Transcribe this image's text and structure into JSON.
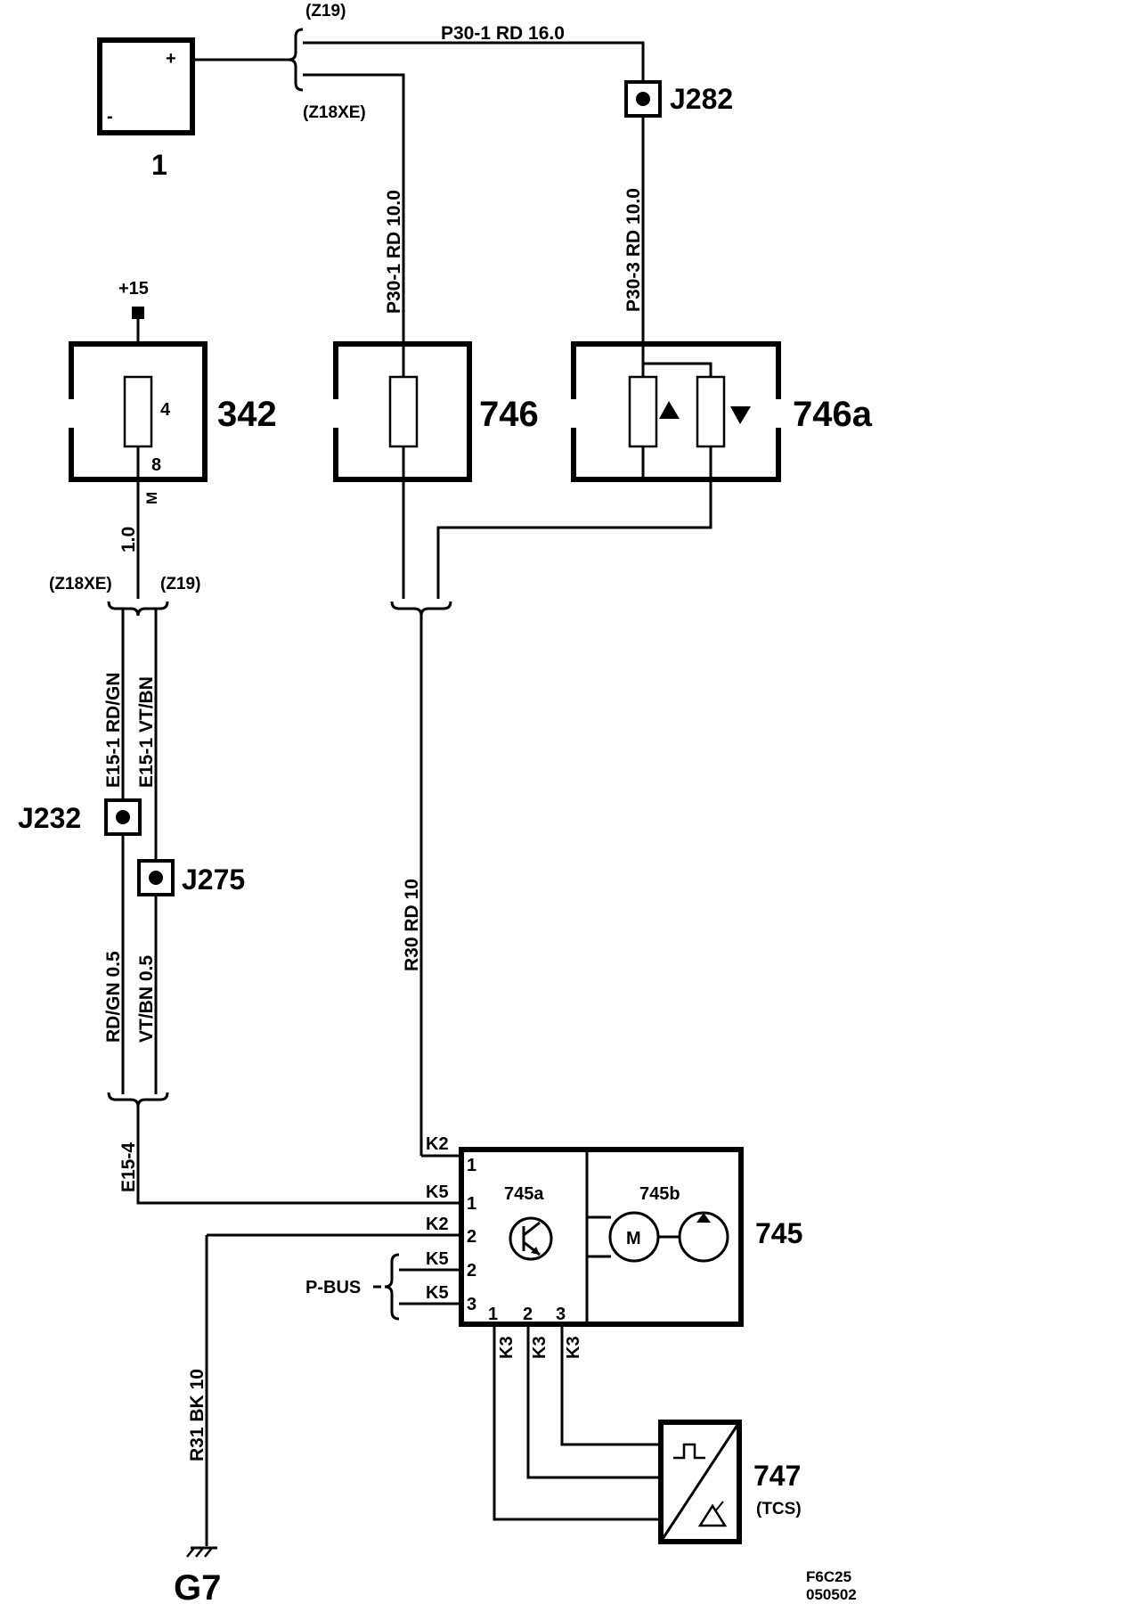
{
  "components": {
    "battery": {
      "id": "1",
      "plus": "+",
      "minus": "-"
    },
    "ign_supply": {
      "label": "+15"
    },
    "fuse_342": {
      "id": "342",
      "pin_top": "4",
      "pin_bottom": "8",
      "marker": "M"
    },
    "fuse_746": {
      "id": "746"
    },
    "relay_746a": {
      "id": "746a"
    },
    "unit_745": {
      "id": "745",
      "sub_a": "745a",
      "sub_b": "745b",
      "motor": "M"
    },
    "sensor_747": {
      "id": "747",
      "sub": "(TCS)"
    },
    "ground_g7": {
      "id": "G7"
    },
    "pbus": {
      "label": "P-BUS"
    }
  },
  "junctions": {
    "j282": "J282",
    "j232": "J232",
    "j275": "J275"
  },
  "variants": {
    "top_z19": "(Z19)",
    "top_z18xe": "(Z18XE)",
    "mid_z18xe": "(Z18XE)",
    "mid_z19": "(Z19)"
  },
  "wires": {
    "top_horizontal": "P30-1   RD   16.0",
    "left_vertical": "P30-1  RD  10.0",
    "right_vertical": "P30-3  RD  10.0",
    "fuse342_out": "1.0",
    "e15_rdgn": "E15-1  RD/GN",
    "e15_vtbn": "E15-1  VT/BN",
    "rdgn_05": "RD/GN  0.5",
    "vtbn_05": "VT/BN  0.5",
    "r30": "R30  RD  10",
    "e15_4": "E15-4",
    "r31": "R31  BK  10"
  },
  "connector_pins": {
    "left": [
      {
        "conn": "K2",
        "pin": "1"
      },
      {
        "conn": "K5",
        "pin": "1"
      },
      {
        "conn": "K2",
        "pin": "2"
      },
      {
        "conn": "K5",
        "pin": "2"
      },
      {
        "conn": "K5",
        "pin": "3"
      }
    ],
    "bottom": [
      {
        "conn": "K3",
        "pin": "1"
      },
      {
        "conn": "K3",
        "pin": "2"
      },
      {
        "conn": "K3",
        "pin": "3"
      }
    ]
  },
  "footer": {
    "code": "F6C25",
    "date": "050502"
  }
}
